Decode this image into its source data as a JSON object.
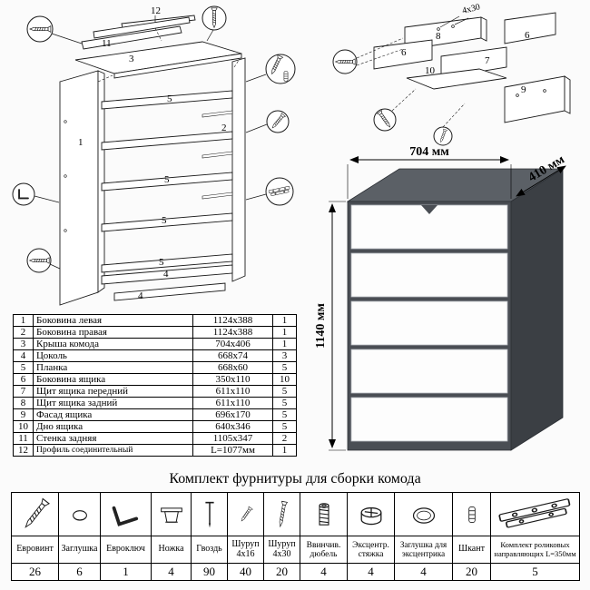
{
  "product_view": {
    "width_label": "704 мм",
    "depth_label": "410 мм",
    "height_label": "1140 мм",
    "body_color": "#4a4e54",
    "top_color": "#5b6066",
    "side_color": "#3b3f44",
    "drawer_color": "#fdfdfd"
  },
  "assembly_diagram": {
    "labels": [
      "12",
      "11",
      "3",
      "1",
      "2",
      "5",
      "5",
      "5",
      "5",
      "4",
      "4"
    ]
  },
  "drawer_diagram": {
    "labels": [
      "8",
      "6",
      "6",
      "7",
      "10",
      "9"
    ],
    "screw_note": "4x30"
  },
  "parts_table": {
    "rows": [
      {
        "num": "1",
        "name": "Боковина левая",
        "size": "1124x388",
        "qty": "1"
      },
      {
        "num": "2",
        "name": "Боковина правая",
        "size": "1124x388",
        "qty": "1"
      },
      {
        "num": "3",
        "name": "Крыша комода",
        "size": "704x406",
        "qty": "1"
      },
      {
        "num": "4",
        "name": "Цоколь",
        "size": "668x74",
        "qty": "3"
      },
      {
        "num": "5",
        "name": "Планка",
        "size": "668x60",
        "qty": "5"
      },
      {
        "num": "6",
        "name": "Боковина ящика",
        "size": "350x110",
        "qty": "10"
      },
      {
        "num": "7",
        "name": "Щит ящика передний",
        "size": "611x110",
        "qty": "5"
      },
      {
        "num": "8",
        "name": "Щит ящика задний",
        "size": "611x110",
        "qty": "5"
      },
      {
        "num": "9",
        "name": "Фасад ящика",
        "size": "696x170",
        "qty": "5"
      },
      {
        "num": "10",
        "name": "Дно ящика",
        "size": "640x346",
        "qty": "5"
      },
      {
        "num": "11",
        "name": "Стенка задняя",
        "size": "1105x347",
        "qty": "2"
      },
      {
        "num": "12",
        "name": "Профиль соединительный",
        "size": "L=1077мм",
        "qty": "1"
      }
    ]
  },
  "hardware": {
    "title": "Комплект фурнитуры для сборки комода",
    "items": [
      {
        "icon": "euro-screw-icon",
        "name": "Евровинт",
        "qty": "26"
      },
      {
        "icon": "cap-icon",
        "name": "Заглушка",
        "qty": "6"
      },
      {
        "icon": "hex-key-icon",
        "name": "Евроключ",
        "qty": "1"
      },
      {
        "icon": "leg-icon",
        "name": "Ножка",
        "qty": "4"
      },
      {
        "icon": "nail-icon",
        "name": "Гвоздь",
        "qty": "90"
      },
      {
        "icon": "screw-small-icon",
        "name": "Шуруп 4x16",
        "qty": "40"
      },
      {
        "icon": "screw-long-icon",
        "name": "Шуруп 4x30",
        "qty": "20"
      },
      {
        "icon": "screw-in-dowel-icon",
        "name": "Ввинчив. дюбель",
        "qty": "4"
      },
      {
        "icon": "cam-lock-icon",
        "name": "Эксцентр. стяжка",
        "qty": "4"
      },
      {
        "icon": "cam-cap-icon",
        "name": "Заглушка для эксцентрика",
        "qty": "4"
      },
      {
        "icon": "dowel-icon",
        "name": "Шкант",
        "qty": "20"
      },
      {
        "icon": "roller-guides-icon",
        "name": "Комплект роликовых направляющих L=350мм",
        "qty": "5"
      }
    ]
  }
}
